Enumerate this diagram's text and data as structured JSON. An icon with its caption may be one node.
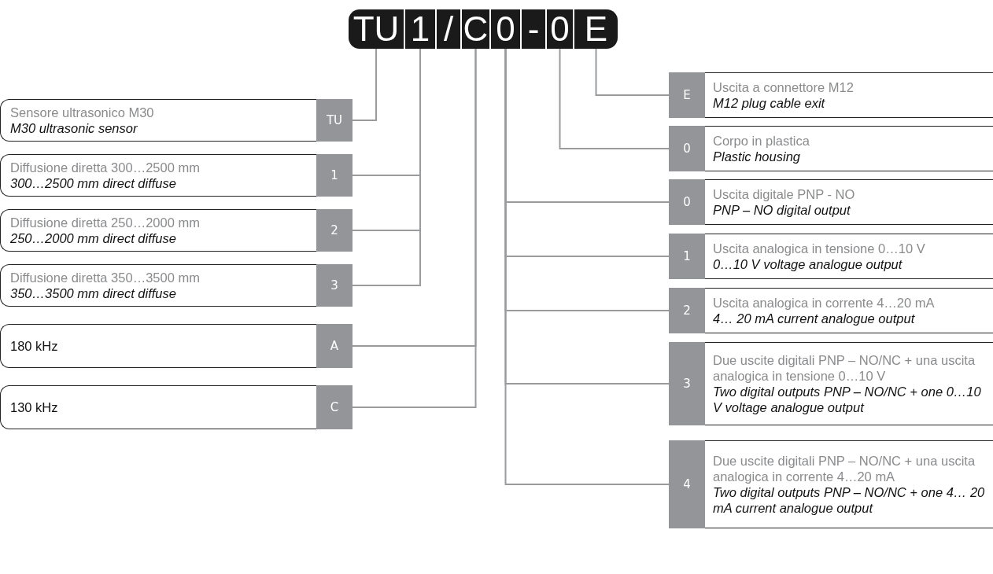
{
  "diagram": {
    "nodes": [
      {
        "text": [
          "TU"
        ]
      },
      {
        "text": [
          "1"
        ]
      },
      {
        "text": [
          "/"
        ]
      },
      {
        "text": [
          "C"
        ]
      },
      {
        "text": [
          "0"
        ]
      },
      {
        "text": [
          "-"
        ]
      },
      {
        "text": [
          "0"
        ]
      },
      {
        "text": [
          "E"
        ]
      },
      {
        "text": [
          "Sensore ultrasonico M30",
          "M30 ultrasonic sensor"
        ]
      },
      {
        "text": [
          "TU"
        ],
        "in": 8
      },
      {
        "text": [
          "Diffusione diretta 300…2500 mm",
          "300…2500 mm direct diffuse"
        ]
      },
      {
        "text": [
          "1"
        ],
        "in": 10
      },
      {
        "text": [
          "Diffusione diretta 250…2000 mm",
          "250…2000 mm direct diffuse"
        ]
      },
      {
        "text": [
          "2"
        ],
        "in": 12
      },
      {
        "text": [
          "Diffusione diretta 350…3500 mm",
          "350…3500 mm direct diffuse"
        ]
      },
      {
        "text": [
          "3"
        ],
        "in": 14
      },
      {
        "text": [
          "180 kHz"
        ]
      },
      {
        "text": [
          "A"
        ],
        "in": 16
      },
      {
        "text": [
          "130 kHz"
        ]
      },
      {
        "text": [
          "C"
        ],
        "in": 18
      },
      {
        "text": [
          "Uscita a connettore M12",
          "M12 plug cable exit"
        ]
      },
      {
        "text": [
          "E"
        ],
        "in": 20
      },
      {
        "text": [
          "Corpo in plastica",
          "Plastic housing"
        ]
      },
      {
        "text": [
          "0"
        ],
        "in": 22
      },
      {
        "text": [
          "Uscita digitale PNP - NO",
          "PNP – NO digital output"
        ]
      },
      {
        "text": [
          "0"
        ],
        "in": 24
      },
      {
        "text": [
          "Uscita analogica in tensione 0…10 V",
          "0…10 V voltage analogue output"
        ]
      },
      {
        "text": [
          "1"
        ],
        "in": 26
      },
      {
        "text": [
          "Uscita analogica in corrente 4…20 mA",
          "4… 20 mA current analogue output"
        ]
      },
      {
        "text": [
          "2"
        ],
        "in": 28
      },
      {
        "text": [
          "Due uscite digitali PNP – NO/NC + una uscita analogica in tensione 0…10 V",
          "Two digital outputs PNP – NO/NC + one 0…10 V voltage analogue output"
        ]
      },
      {
        "text": [
          "3"
        ],
        "in": 30
      },
      {
        "text": [
          "Due uscite digitali PNP – NO/NC + una uscita analogica in corrente 4…20 mA",
          "Two digital outputs PNP – NO/NC + one 4… 20 mA current analogue output"
        ]
      },
      {
        "text": [
          "4"
        ],
        "in": 32
      }
    ],
    "edges": [
      {
        "from": 0,
        "to": 9,
        "arrow": "none"
      },
      {
        "from": 1,
        "to": 11,
        "arrow": "none"
      },
      {
        "from": 1,
        "to": 13,
        "arrow": "none"
      },
      {
        "from": 1,
        "to": 15,
        "arrow": "none"
      },
      {
        "from": 3,
        "to": 17,
        "arrow": "none"
      },
      {
        "from": 3,
        "to": 19,
        "arrow": "none"
      },
      {
        "from": 4,
        "to": 25,
        "arrow": "none"
      },
      {
        "from": 4,
        "to": 27,
        "arrow": "none"
      },
      {
        "from": 4,
        "to": 29,
        "arrow": "none"
      },
      {
        "from": 4,
        "to": 31,
        "arrow": "none"
      },
      {
        "from": 4,
        "to": 33,
        "arrow": "none"
      },
      {
        "from": 6,
        "to": 23,
        "arrow": "none"
      },
      {
        "from": 7,
        "to": 21,
        "arrow": "none"
      }
    ]
  }
}
